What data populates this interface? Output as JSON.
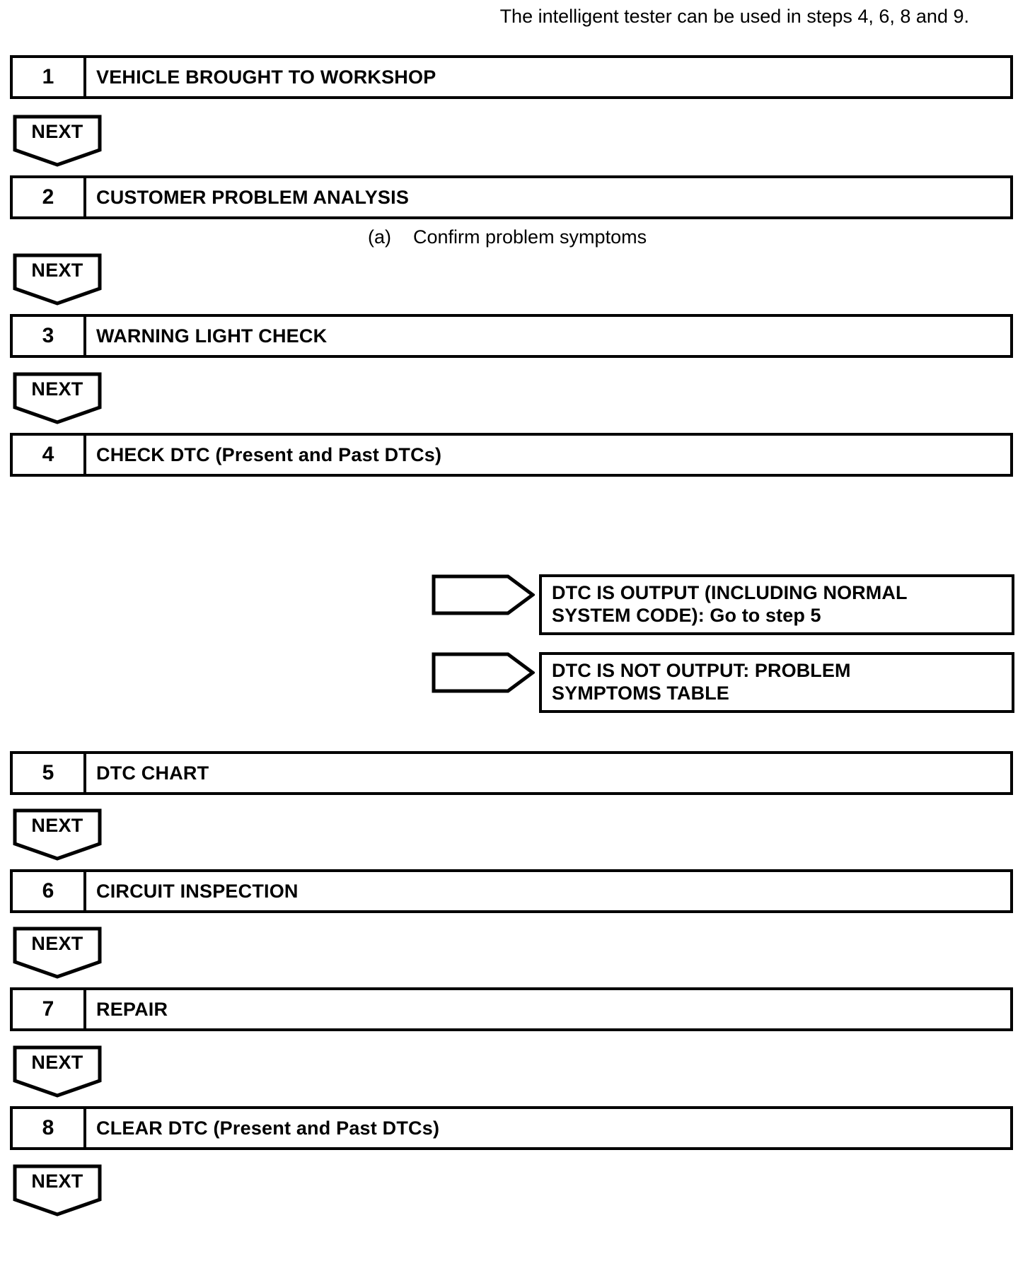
{
  "document": {
    "type": "diagnostic-flowchart",
    "header_note": "The intelligent tester can be used in steps 4, 6, 8 and 9.",
    "next_label": "NEXT"
  },
  "steps": [
    {
      "number": "1",
      "label": "VEHICLE BROUGHT TO WORKSHOP"
    },
    {
      "number": "2",
      "label": "CUSTOMER PROBLEM ANALYSIS"
    },
    {
      "number": "3",
      "label": "WARNING LIGHT CHECK"
    },
    {
      "number": "4",
      "label": "CHECK DTC (Present and Past DTCs)"
    },
    {
      "number": "5",
      "label": "DTC CHART"
    },
    {
      "number": "6",
      "label": "CIRCUIT INSPECTION"
    },
    {
      "number": "7",
      "label": "REPAIR"
    },
    {
      "number": "8",
      "label": "CLEAR DTC (Present and Past DTCs)"
    }
  ],
  "sub_notes": [
    {
      "marker": "(a)",
      "text": "Confirm problem symptoms"
    }
  ],
  "branches": [
    {
      "lines": [
        "DTC IS OUTPUT (INCLUDING NORMAL",
        "SYSTEM CODE): Go to step 5"
      ]
    },
    {
      "lines": [
        "DTC IS NOT OUTPUT: PROBLEM",
        "SYMPTOMS TABLE"
      ]
    }
  ],
  "colors": {
    "ink": "#000000",
    "paper": "#ffffff"
  }
}
